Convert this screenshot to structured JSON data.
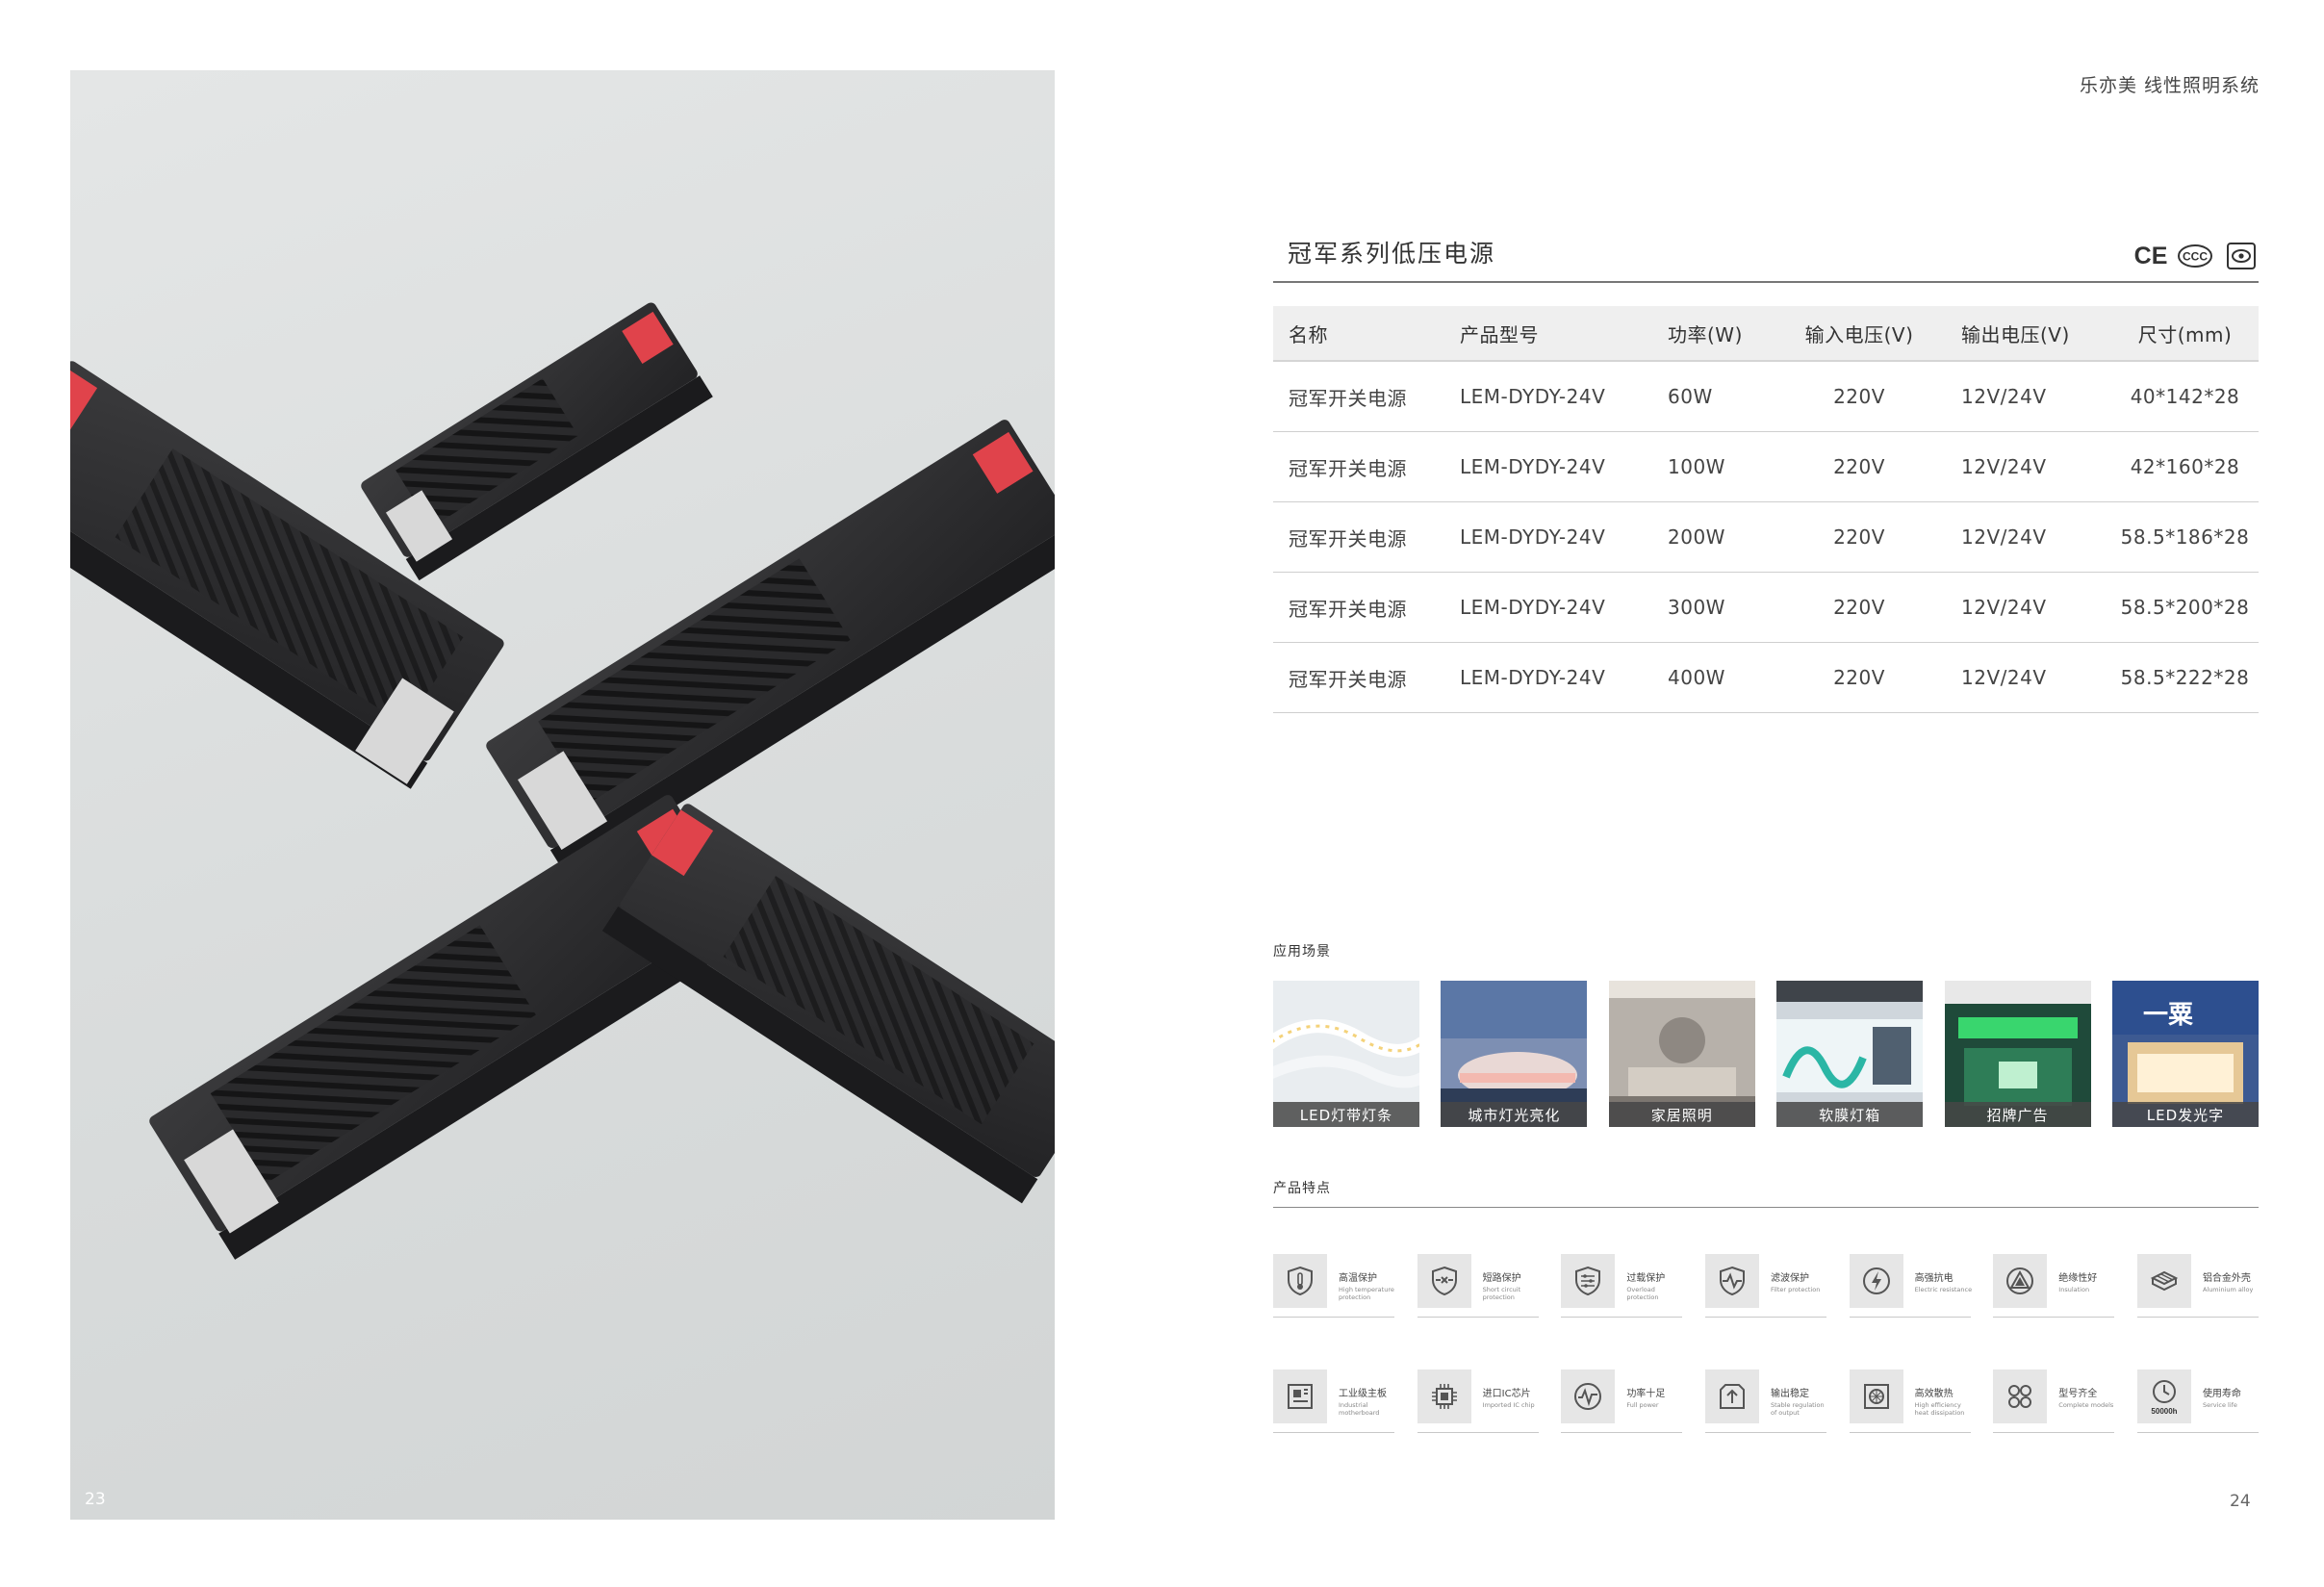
{
  "brand": "乐亦美 线性照明系统",
  "section_title": "冠军系列低压电源",
  "certifications": [
    "CE",
    "CCC",
    "eye-icon"
  ],
  "table": {
    "headers": [
      "名称",
      "产品型号",
      "功率(W)",
      "输入电压(V)",
      "输出电压(V)",
      "尺寸(mm)"
    ],
    "rows": [
      [
        "冠军开关电源",
        "LEM-DYDY-24V",
        "60W",
        "220V",
        "12V/24V",
        "40*142*28"
      ],
      [
        "冠军开关电源",
        "LEM-DYDY-24V",
        "100W",
        "220V",
        "12V/24V",
        "42*160*28"
      ],
      [
        "冠军开关电源",
        "LEM-DYDY-24V",
        "200W",
        "220V",
        "12V/24V",
        "58.5*186*28"
      ],
      [
        "冠军开关电源",
        "LEM-DYDY-24V",
        "300W",
        "220V",
        "12V/24V",
        "58.5*200*28"
      ],
      [
        "冠军开关电源",
        "LEM-DYDY-24V",
        "400W",
        "220V",
        "12V/24V",
        "58.5*222*28"
      ]
    ]
  },
  "applications": {
    "label": "应用场景",
    "items": [
      {
        "caption": "LED灯带灯条",
        "sign_text": ""
      },
      {
        "caption": "城市灯光亮化",
        "sign_text": ""
      },
      {
        "caption": "家居照明",
        "sign_text": ""
      },
      {
        "caption": "软膜灯箱",
        "sign_text": ""
      },
      {
        "caption": "招牌广告",
        "sign_text": ""
      },
      {
        "caption": "LED发光字",
        "sign_text": "一粟"
      }
    ]
  },
  "features": {
    "label": "产品特点",
    "row1": [
      {
        "zh": "高温保护",
        "en": "High temperature protection",
        "icon": "thermometer-shield-icon"
      },
      {
        "zh": "短路保护",
        "en": "Short circuit protection",
        "icon": "short-circuit-shield-icon"
      },
      {
        "zh": "过载保护",
        "en": "Overload protection",
        "icon": "overload-shield-icon"
      },
      {
        "zh": "滤波保护",
        "en": "Filter protection",
        "icon": "filter-shield-icon"
      },
      {
        "zh": "高强抗电",
        "en": "Electric resistance",
        "icon": "lightning-icon"
      },
      {
        "zh": "绝缘性好",
        "en": "Insulation",
        "icon": "insulation-icon"
      },
      {
        "zh": "铝合金外壳",
        "en": "Aluminium alloy",
        "icon": "aluminium-icon"
      }
    ],
    "row2": [
      {
        "zh": "工业级主板",
        "en": "Industrial motherboard",
        "icon": "motherboard-icon"
      },
      {
        "zh": "进口IC芯片",
        "en": "Imported IC chip",
        "icon": "chip-icon"
      },
      {
        "zh": "功率十足",
        "en": "Full power",
        "icon": "power-wave-icon"
      },
      {
        "zh": "输出稳定",
        "en": "Stable regulation of output",
        "icon": "output-icon"
      },
      {
        "zh": "高效散热",
        "en": "High efficiency heat dissipation",
        "icon": "heat-dissipation-icon"
      },
      {
        "zh": "型号齐全",
        "en": "Complete models",
        "icon": "models-icon"
      },
      {
        "zh": "使用寿命",
        "en": "Service life",
        "icon": "clock-icon",
        "badge": "50000h"
      }
    ]
  },
  "page_left": "23",
  "page_right": "24"
}
